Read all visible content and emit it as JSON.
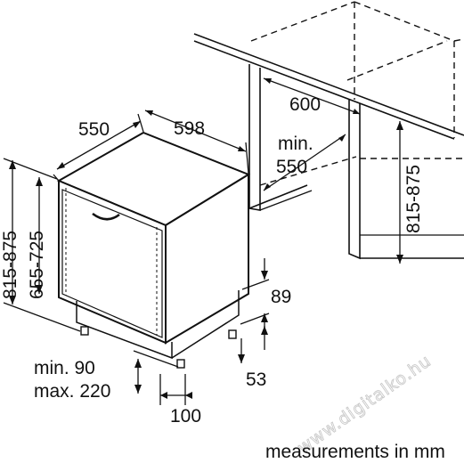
{
  "dimensions": {
    "depth": "550",
    "width": "598",
    "niche_width": "600",
    "niche_depth_min_line1": "min.",
    "niche_depth_min_line2": "550",
    "niche_height_range": "815-875",
    "total_height_range": "815-875",
    "body_height_range": "655-725",
    "plinth_height": "89",
    "plinth_depth": "53",
    "foot_min": "min. 90",
    "foot_max": "max. 220",
    "foot_offset": "100"
  },
  "footer": "measurements in mm",
  "watermark": "www.digitalko.hu"
}
